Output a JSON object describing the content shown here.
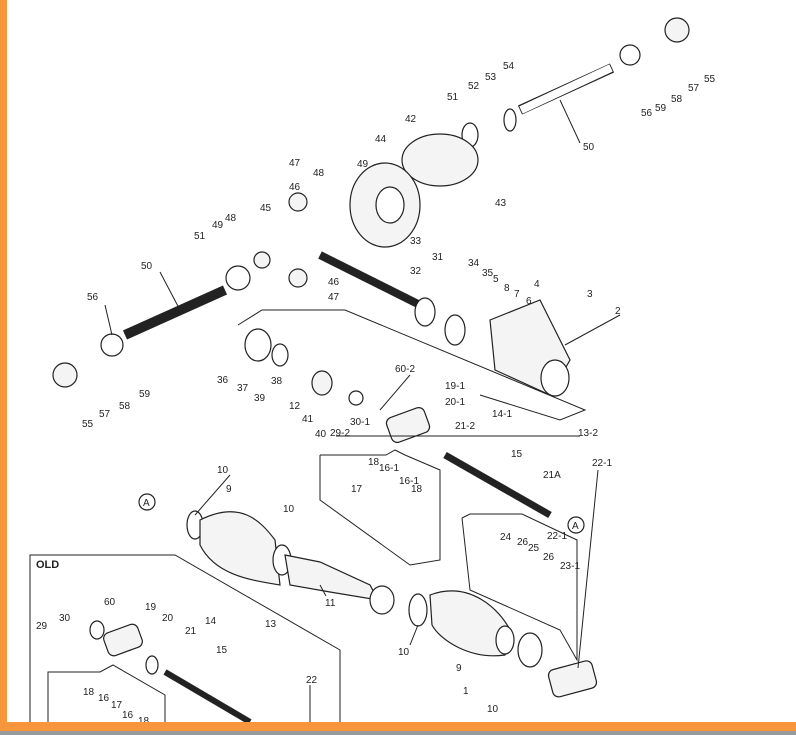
{
  "diagram": {
    "section_label": "OLD",
    "reference_marks": [
      "A",
      "A"
    ],
    "part_labels": [
      "55",
      "57",
      "58",
      "59",
      "56",
      "50",
      "54",
      "53",
      "52",
      "51",
      "42",
      "44",
      "43",
      "49",
      "48",
      "47",
      "46",
      "45",
      "33",
      "31",
      "32",
      "34",
      "35",
      "5",
      "8",
      "7",
      "6",
      "4",
      "3",
      "2",
      "46",
      "47",
      "48",
      "49",
      "51",
      "50",
      "56",
      "55",
      "57",
      "58",
      "59",
      "36",
      "37",
      "39",
      "38",
      "12",
      "41",
      "40",
      "29-2",
      "30-1",
      "60-2",
      "19-1",
      "20-1",
      "14-1",
      "21-2",
      "13-2",
      "15",
      "21A",
      "22-1",
      "18",
      "16-1",
      "17",
      "16-1",
      "18",
      "10",
      "9",
      "10",
      "11",
      "10",
      "9",
      "1",
      "10",
      "24",
      "26",
      "25",
      "22-1",
      "26",
      "23-1",
      "60",
      "19",
      "20",
      "21",
      "14",
      "13",
      "29",
      "30",
      "15",
      "22",
      "18",
      "16",
      "17",
      "16",
      "18"
    ]
  },
  "colors": {
    "frame_accent": "#f7963c",
    "frame_bottom": "#9a9a9a"
  }
}
